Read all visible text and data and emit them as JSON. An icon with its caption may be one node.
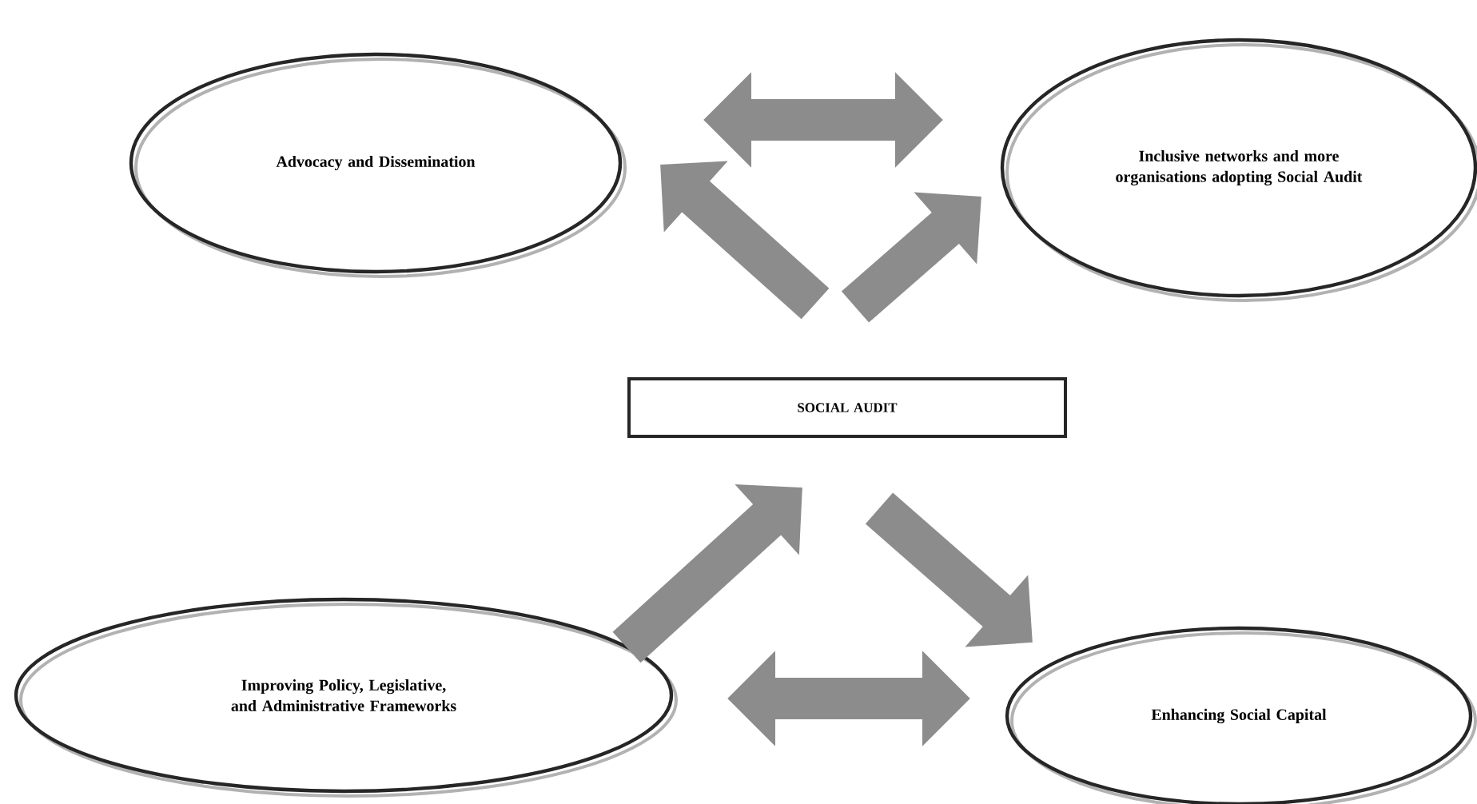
{
  "diagram": {
    "nodes": [
      {
        "text": [
          "Advocacy and Dissemination"
        ]
      },
      {
        "text": [
          "Inclusive networks and more organisations adopting Social Audit"
        ]
      },
      {
        "text": [
          "SOCIAL AUDIT"
        ]
      },
      {
        "text": [
          "Improving Policy, Legislative, and Administrative Frameworks"
        ]
      },
      {
        "text": [
          "Enhancing Social Capital"
        ]
      }
    ],
    "edges": [
      {
        "from": 0,
        "to": 1,
        "arrow": "both"
      },
      {
        "from": 2,
        "to": 0,
        "arrow": "to"
      },
      {
        "from": 2,
        "to": 1,
        "arrow": "to"
      },
      {
        "from": 3,
        "to": 2,
        "arrow": "to"
      },
      {
        "from": 2,
        "to": 4,
        "arrow": "to"
      },
      {
        "from": 3,
        "to": 4,
        "arrow": "both"
      }
    ]
  }
}
